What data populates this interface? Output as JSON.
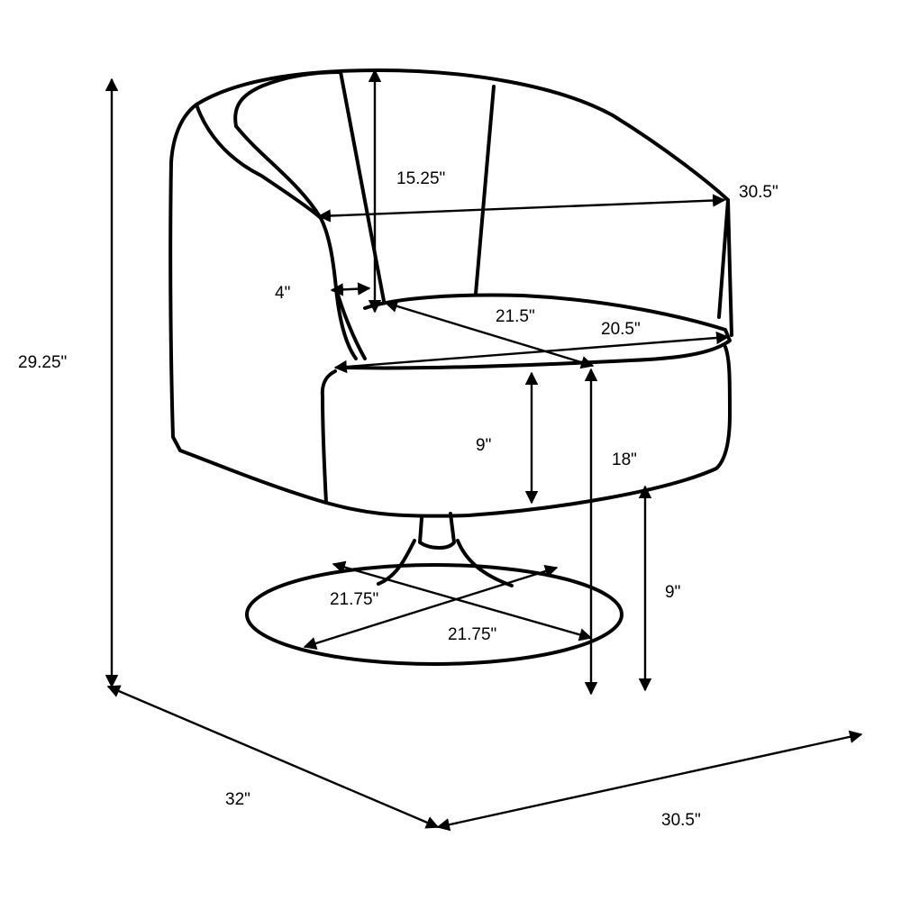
{
  "dimensions": {
    "overall_height": "29.25\"",
    "overall_depth": "32\"",
    "overall_width": "30.5\"",
    "back_height": "15.25\"",
    "inner_width": "30.5\"",
    "arm_width": "4\"",
    "seat_depth": "21.5\"",
    "seat_width": "20.5\"",
    "cushion_height": "9\"",
    "seat_height": "18\"",
    "base_height": "9\"",
    "base_diameter_a": "21.75\"",
    "base_diameter_b": "21.75\""
  },
  "colors": {
    "line": "#000000",
    "background": "#ffffff"
  }
}
